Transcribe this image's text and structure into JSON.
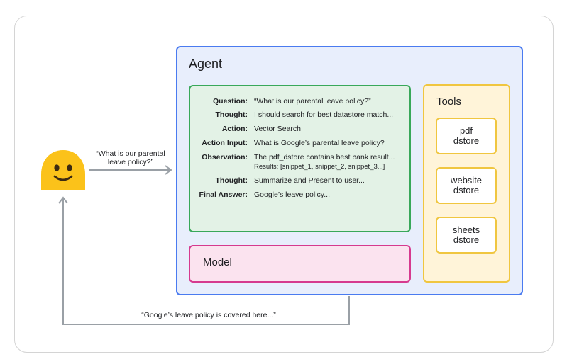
{
  "agent": {
    "title": "Agent",
    "react_steps": [
      {
        "key": "Question:",
        "value": "“What is our parental leave policy?”"
      },
      {
        "key": "Thought:",
        "value": "I should search for best datastore match..."
      },
      {
        "key": "Action:",
        "value": "Vector Search"
      },
      {
        "key": "Action Input:",
        "value": "What is Google’s parental leave policy?"
      },
      {
        "key": "Observation:",
        "value": "The pdf_dstore contains best bank result...",
        "value2": "Results: [snippet_1, snippet_2, snippet_3...]"
      },
      {
        "key": "Thought:",
        "value": "Summarize and Present to user..."
      },
      {
        "key": "Final Answer:",
        "value": "Google’s leave policy..."
      }
    ],
    "model_label": "Model",
    "tools": {
      "title": "Tools",
      "items": [
        "pdf\ndstore",
        "website\ndstore",
        "sheets\ndstore"
      ]
    }
  },
  "user": {
    "query": "“What is our parental\nleave policy?”",
    "response": "“Google’s leave policy is covered here...”"
  },
  "colors": {
    "agent_fill": "#e8eefc",
    "agent_border": "#4a7bf0",
    "react_fill": "#e3f2e6",
    "react_border": "#39a85a",
    "model_fill": "#fbe3ef",
    "model_border": "#d63a8f",
    "tools_fill": "#fff4d9",
    "tools_border": "#f0c640",
    "emoji_face": "#fbc21a",
    "arrow": "#9aa0a6"
  }
}
